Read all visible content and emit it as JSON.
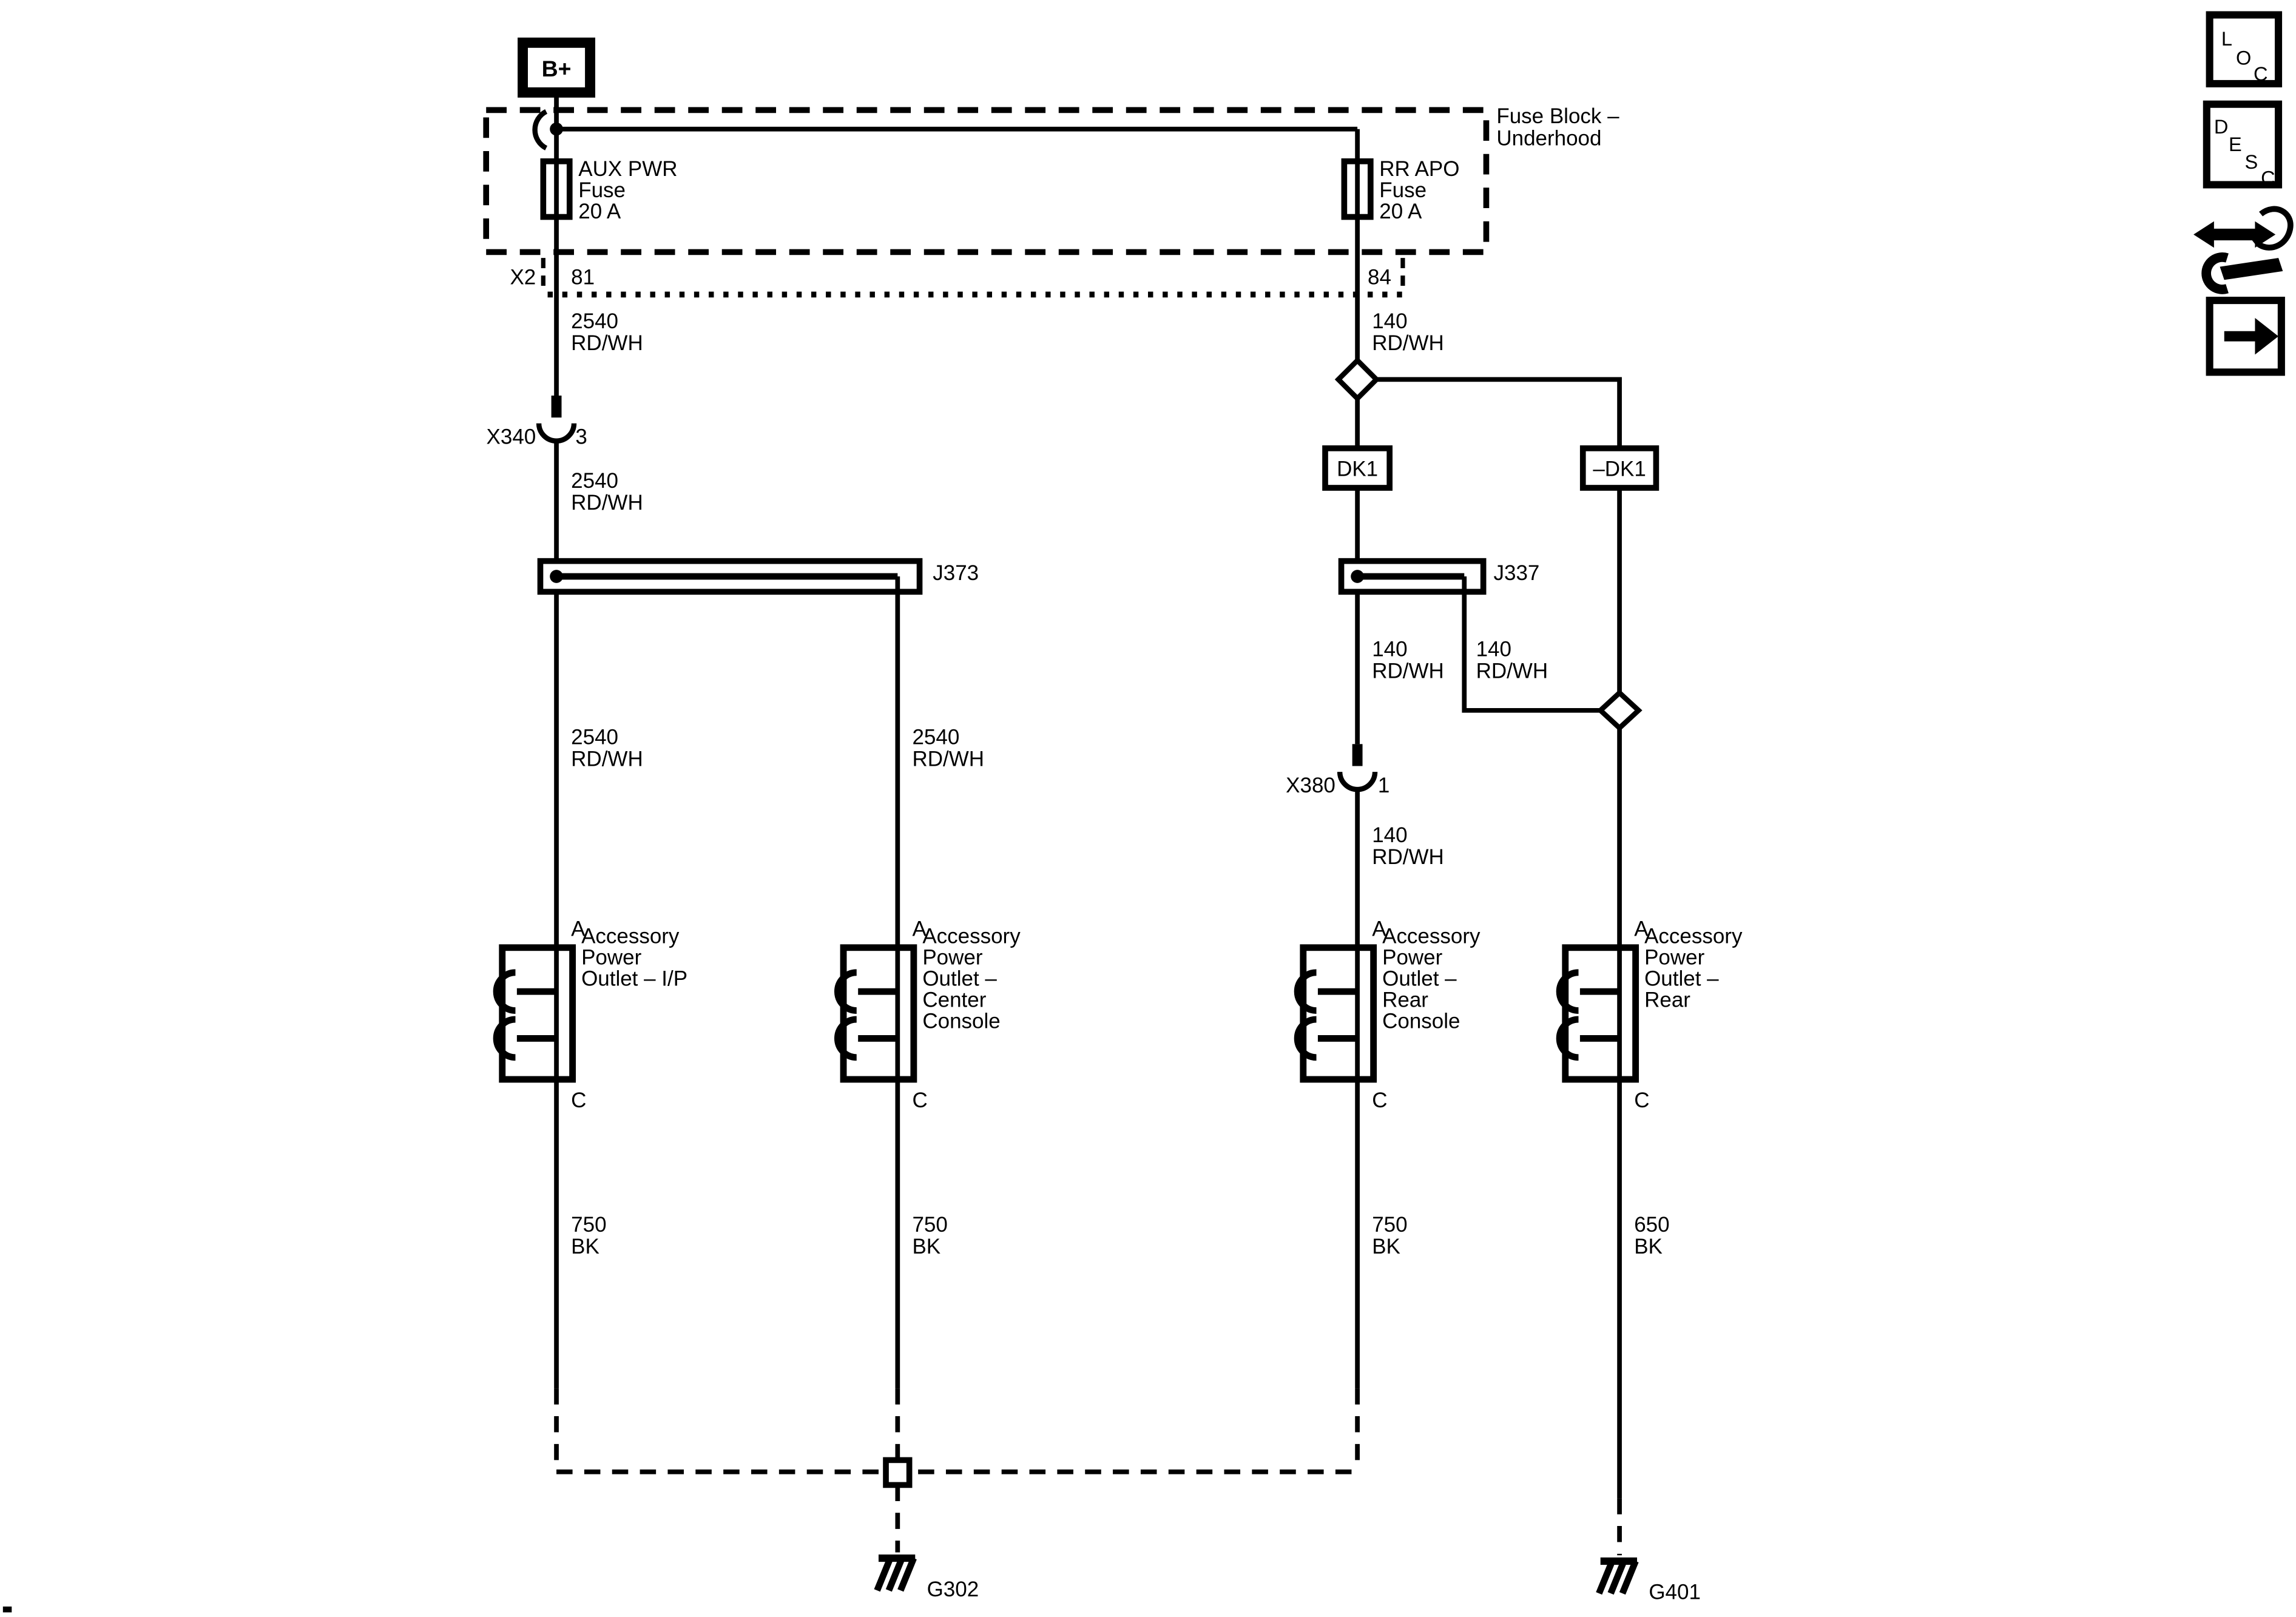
{
  "battery": {
    "label": "B+"
  },
  "fuse_block": {
    "label_line1": "Fuse Block –",
    "label_line2": "Underhood",
    "connector": "X2",
    "pin_left": "81",
    "pin_right": "84"
  },
  "fuses": {
    "aux": {
      "l1": "AUX PWR",
      "l2": "Fuse",
      "l3": "20 A"
    },
    "rr": {
      "l1": "RR APO",
      "l2": "Fuse",
      "l3": "20 A"
    }
  },
  "inline_connectors": {
    "x340": {
      "name": "X340",
      "pin": "3"
    },
    "x380": {
      "name": "X380",
      "pin": "1"
    }
  },
  "splices": {
    "j373": "J373",
    "j337": "J337"
  },
  "options": {
    "dk1": "DK1",
    "minus_dk1": "–DK1"
  },
  "wires": {
    "l1a": {
      "size": "2540",
      "color": "RD/WH"
    },
    "l1b": {
      "size": "2540",
      "color": "RD/WH"
    },
    "l1c": {
      "size": "2540",
      "color": "RD/WH"
    },
    "l2": {
      "size": "2540",
      "color": "RD/WH"
    },
    "r1": {
      "size": "140",
      "color": "RD/WH"
    },
    "r2": {
      "size": "140",
      "color": "RD/WH"
    },
    "r3": {
      "size": "140",
      "color": "RD/WH"
    },
    "r4": {
      "size": "140",
      "color": "RD/WH"
    },
    "g1": {
      "size": "750",
      "color": "BK"
    },
    "g2": {
      "size": "750",
      "color": "BK"
    },
    "g3": {
      "size": "750",
      "color": "BK"
    },
    "g4": {
      "size": "650",
      "color": "BK"
    }
  },
  "outlets": [
    {
      "pin_in": "A",
      "pin_out": "C",
      "lines": [
        "Accessory",
        "Power",
        "Outlet – I/P"
      ]
    },
    {
      "pin_in": "A",
      "pin_out": "C",
      "lines": [
        "Accessory",
        "Power",
        "Outlet –",
        "Center",
        "Console"
      ]
    },
    {
      "pin_in": "A",
      "pin_out": "C",
      "lines": [
        "Accessory",
        "Power",
        "Outlet –",
        "Rear",
        "Console"
      ]
    },
    {
      "pin_in": "A",
      "pin_out": "C",
      "lines": [
        "Accessory",
        "Power",
        "Outlet –",
        "Rear"
      ]
    }
  ],
  "grounds": {
    "g302": "G302",
    "g401": "G401"
  },
  "sidebar_icons": {
    "loc": [
      "L",
      "O",
      "C"
    ],
    "desc": [
      "D",
      "E",
      "S",
      "C"
    ]
  },
  "colors": {
    "ink": "#000000",
    "paper": "#ffffff"
  }
}
